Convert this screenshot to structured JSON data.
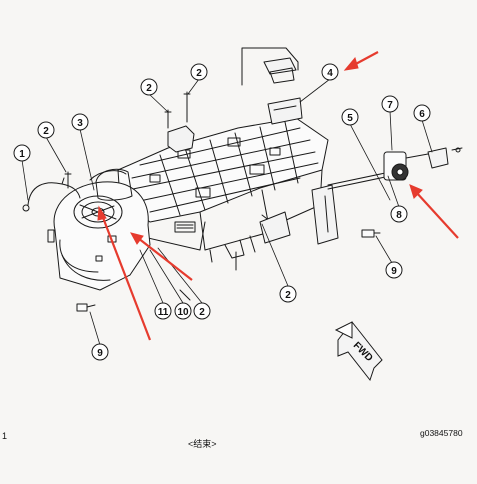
{
  "diagram": {
    "callouts": [
      {
        "id": "c1",
        "label": "1"
      },
      {
        "id": "c2a",
        "label": "2"
      },
      {
        "id": "c2b",
        "label": "2"
      },
      {
        "id": "c2c",
        "label": "2"
      },
      {
        "id": "c2d",
        "label": "2"
      },
      {
        "id": "c2e",
        "label": "2"
      },
      {
        "id": "c3",
        "label": "3"
      },
      {
        "id": "c4",
        "label": "4"
      },
      {
        "id": "c5",
        "label": "5"
      },
      {
        "id": "c6",
        "label": "6"
      },
      {
        "id": "c7",
        "label": "7"
      },
      {
        "id": "c8",
        "label": "8"
      },
      {
        "id": "c9a",
        "label": "9"
      },
      {
        "id": "c9b",
        "label": "9"
      },
      {
        "id": "c10",
        "label": "10"
      },
      {
        "id": "c11",
        "label": "11"
      }
    ],
    "direction_marker": "FWD",
    "arrow_color": "#e63b2e",
    "line_color": "#1a1a1a"
  },
  "footer": {
    "left_text": "1",
    "center_text": "<结束>",
    "right_text": "g03845780"
  }
}
